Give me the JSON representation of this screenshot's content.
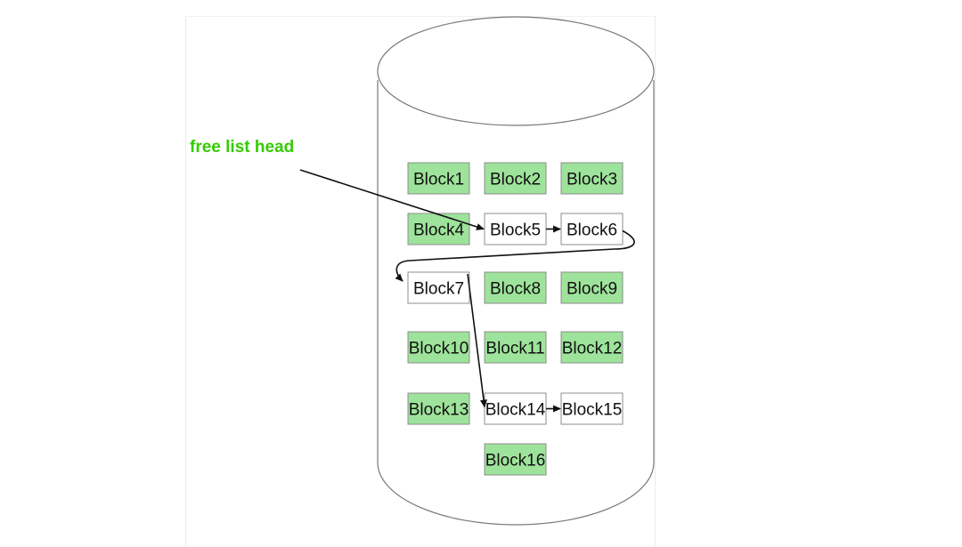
{
  "diagram": {
    "head_label": "free list head",
    "colors": {
      "allocated_fill": "#9ee39b",
      "free_fill": "#ffffff",
      "block_border": "#8c8c8c",
      "head_label": "#33cc00",
      "arrow": "#111111",
      "disk_outline": "#777777"
    },
    "blocks": [
      {
        "label": "Block1",
        "status": "allocated"
      },
      {
        "label": "Block2",
        "status": "allocated"
      },
      {
        "label": "Block3",
        "status": "allocated"
      },
      {
        "label": "Block4",
        "status": "allocated"
      },
      {
        "label": "Block5",
        "status": "free"
      },
      {
        "label": "Block6",
        "status": "free"
      },
      {
        "label": "Block7",
        "status": "free"
      },
      {
        "label": "Block8",
        "status": "allocated"
      },
      {
        "label": "Block9",
        "status": "allocated"
      },
      {
        "label": "Block10",
        "status": "allocated"
      },
      {
        "label": "Block11",
        "status": "allocated"
      },
      {
        "label": "Block12",
        "status": "allocated"
      },
      {
        "label": "Block13",
        "status": "allocated"
      },
      {
        "label": "Block14",
        "status": "free"
      },
      {
        "label": "Block15",
        "status": "free"
      },
      {
        "label": "Block16",
        "status": "allocated"
      }
    ],
    "free_list_order": [
      "Block5",
      "Block6",
      "Block7",
      "Block14",
      "Block15"
    ]
  }
}
